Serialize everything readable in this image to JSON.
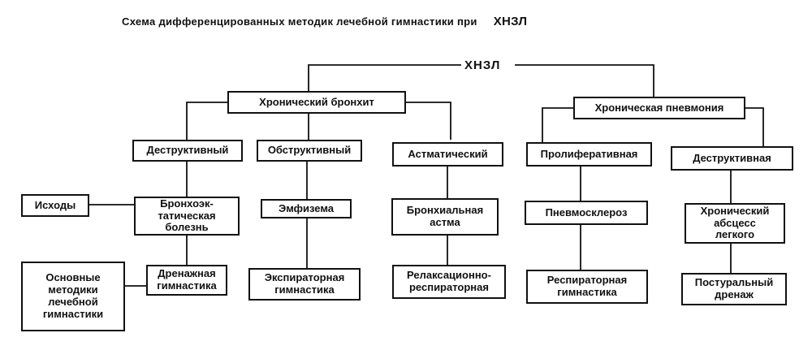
{
  "title": "Схема дифференцированных методик  лечебной гимнастики при",
  "title_abbr": "ХНЗЛ",
  "root": "ХНЗЛ",
  "level1": {
    "bronchitis": "Хронический бронхит",
    "pneumonia": "Хроническая пневмония"
  },
  "level2": {
    "destructive_b": "Деструктивный",
    "obstructive": "Обструктивный",
    "asthmatic": "Астматический",
    "proliferative": "Пролиферативная",
    "destructive_p": "Деструктивная"
  },
  "level3": {
    "outcomes": "Исходы",
    "bronchiectasis": "Бронхоэк-\nтатическая\nболезнь",
    "emphysema": "Эмфизема",
    "bronchial_asthma": "Бронхиальная\nастма",
    "pneumosclerosis": "Пневмосклероз",
    "abscess": "Хронический\nабсцесс\nлегкого"
  },
  "level4": {
    "main_methods": "Основные\nметодики\nлечебной\nгимнастики",
    "drainage": "Дренажная\nгимнастика",
    "expiratory": "Экспираторная\nгимнастика",
    "relaxation": "Релаксационно-\nреспираторная",
    "respiratory": "Респираторная\nгимнастика",
    "postural": "Постуральный\nдренаж"
  }
}
